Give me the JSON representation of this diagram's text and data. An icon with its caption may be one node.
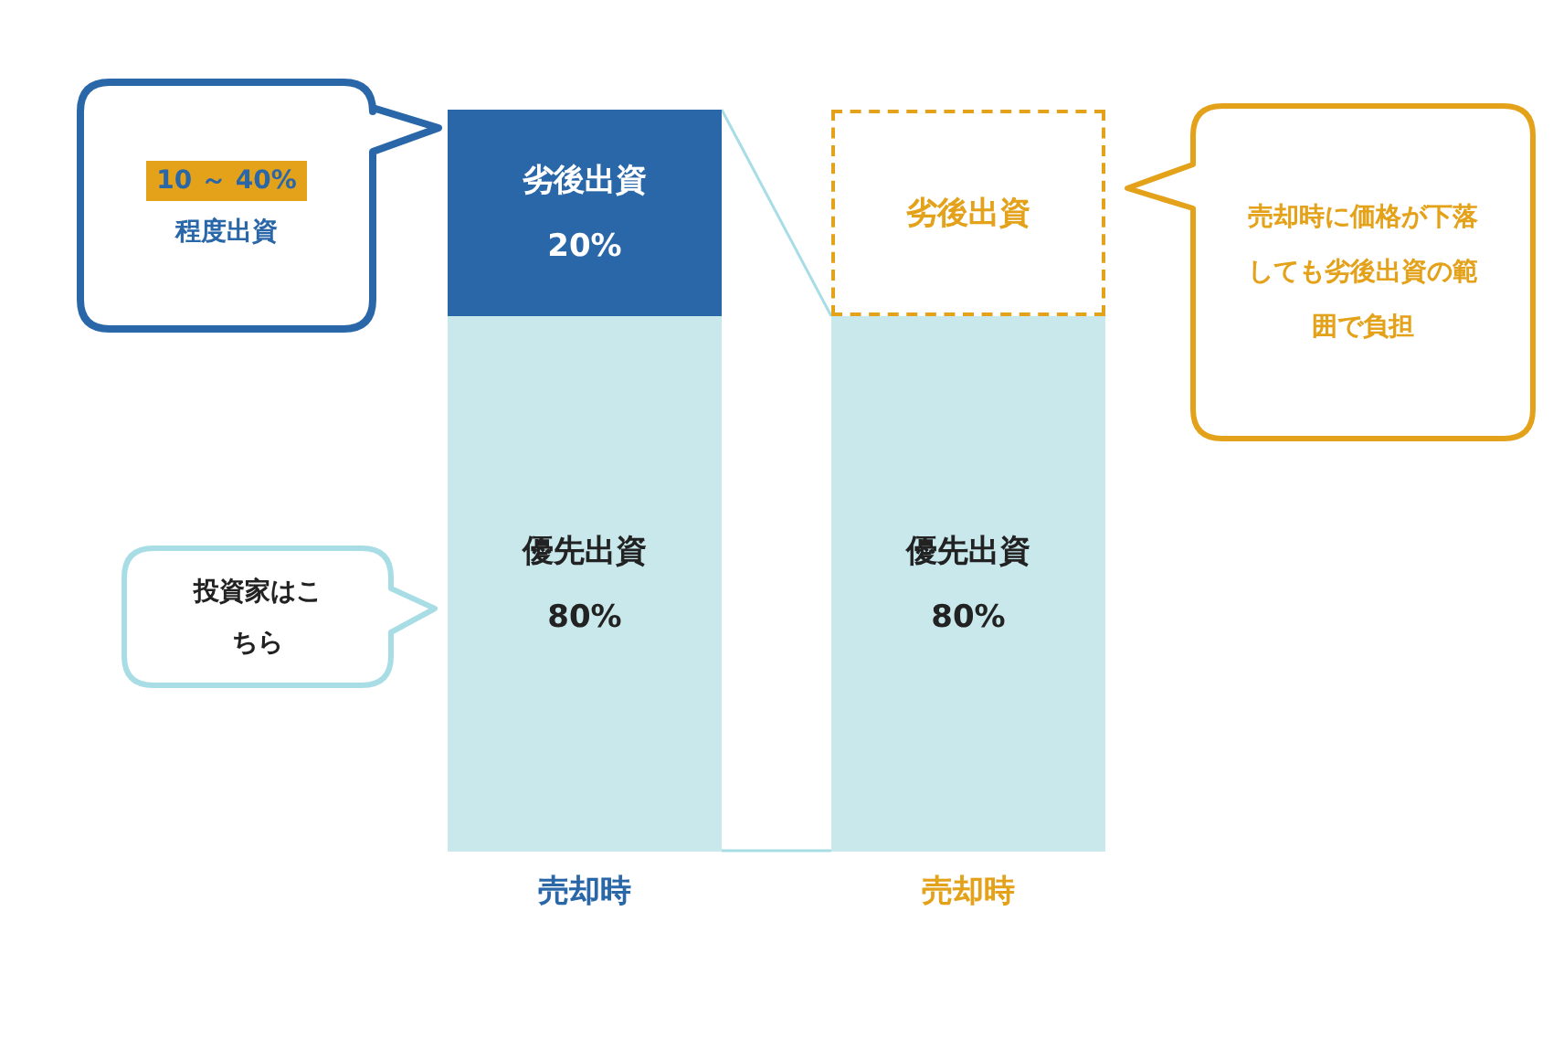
{
  "diagram": {
    "nodes": [
      {
        "text": [
          "10 ～ 40%",
          "程度出資"
        ]
      },
      {
        "text": [
          "劣後出資",
          "20%"
        ]
      },
      {
        "text": [
          "優先出資",
          "80%"
        ]
      },
      {
        "text": [
          "劣後出資"
        ]
      },
      {
        "text": [
          "優先出資",
          "80%"
        ]
      },
      {
        "text": [
          "売却時に価格が下落しても劣後出資の範囲で負担"
        ]
      },
      {
        "text": [
          "投資家はこちら"
        ]
      }
    ],
    "edges": [
      {
        "from": 1,
        "to": 3,
        "arrow": "none"
      },
      {
        "from": 2,
        "to": 4,
        "arrow": "none"
      }
    ],
    "labels": [
      "売却時",
      "売却時"
    ]
  }
}
